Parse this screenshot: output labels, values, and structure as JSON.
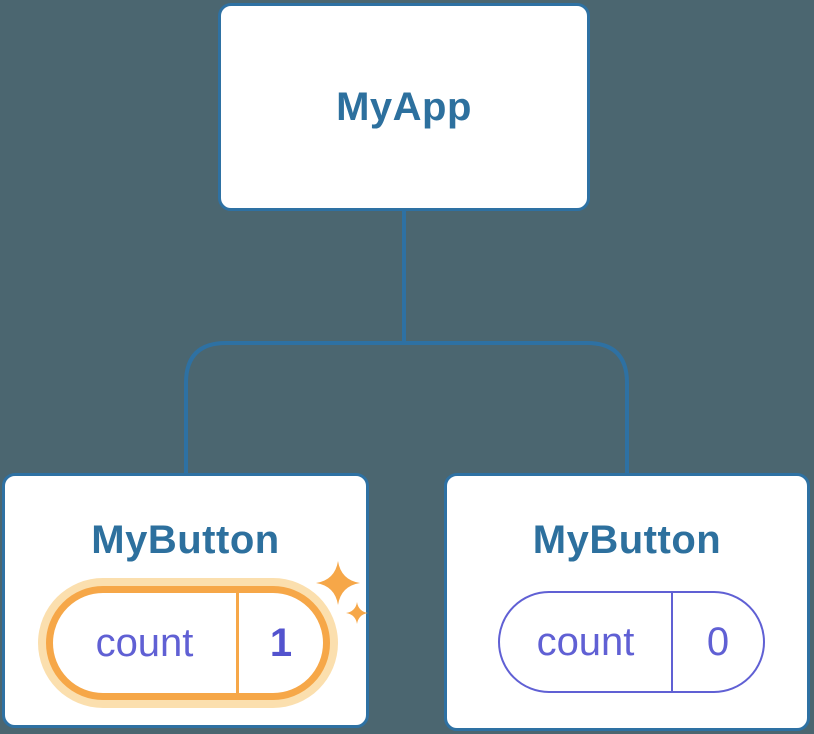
{
  "diagram": {
    "kind": "react-component-tree",
    "colors": {
      "background": "#4B6670",
      "node_fill": "#FFFFFF",
      "node_border_blue": "#2E71A3",
      "title_blue": "#2D709E",
      "state_purple": "#6060D4",
      "highlight_orange": "#F6A748",
      "highlight_glow": "#FBDFAE"
    },
    "root": {
      "label": "MyApp"
    },
    "children": [
      {
        "label": "MyButton",
        "highlighted": true,
        "state": {
          "key": "count",
          "value": "1"
        },
        "icon": "sparkles-icon"
      },
      {
        "label": "MyButton",
        "highlighted": false,
        "state": {
          "key": "count",
          "value": "0"
        }
      }
    ]
  }
}
